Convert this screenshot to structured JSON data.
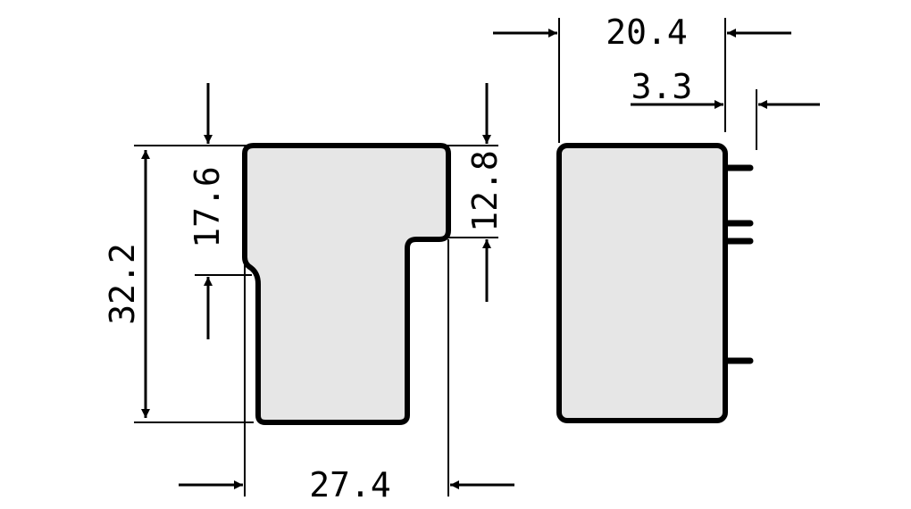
{
  "dimensions": {
    "overall_height": "32.2",
    "upper_height": "17.6",
    "step_height": "12.8",
    "front_width": "27.4",
    "side_depth": "20.4",
    "pin_length": "3.3"
  },
  "colors": {
    "line": "#000000",
    "body_fill": "#e6e6e6",
    "background": "#ffffff"
  }
}
